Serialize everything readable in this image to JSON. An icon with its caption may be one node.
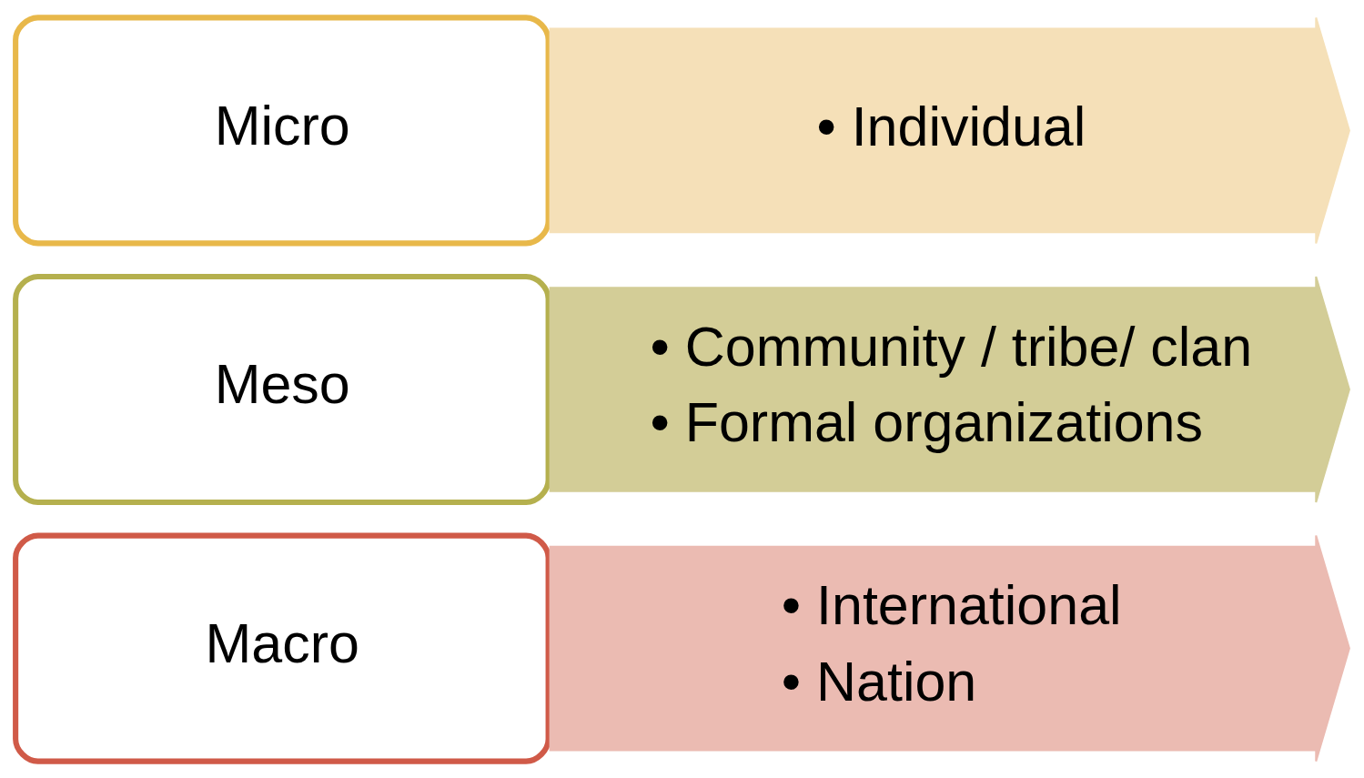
{
  "diagram": {
    "nodes": [
      {
        "text": [
          "Micro"
        ]
      },
      {
        "text": [
          "• Individual"
        ]
      },
      {
        "text": [
          "Meso"
        ]
      },
      {
        "text": [
          "• Community / tribe/ clan",
          "• Formal organizations"
        ]
      },
      {
        "text": [
          "Macro"
        ]
      },
      {
        "text": [
          "• International",
          "• Nation"
        ]
      }
    ],
    "edges": []
  }
}
